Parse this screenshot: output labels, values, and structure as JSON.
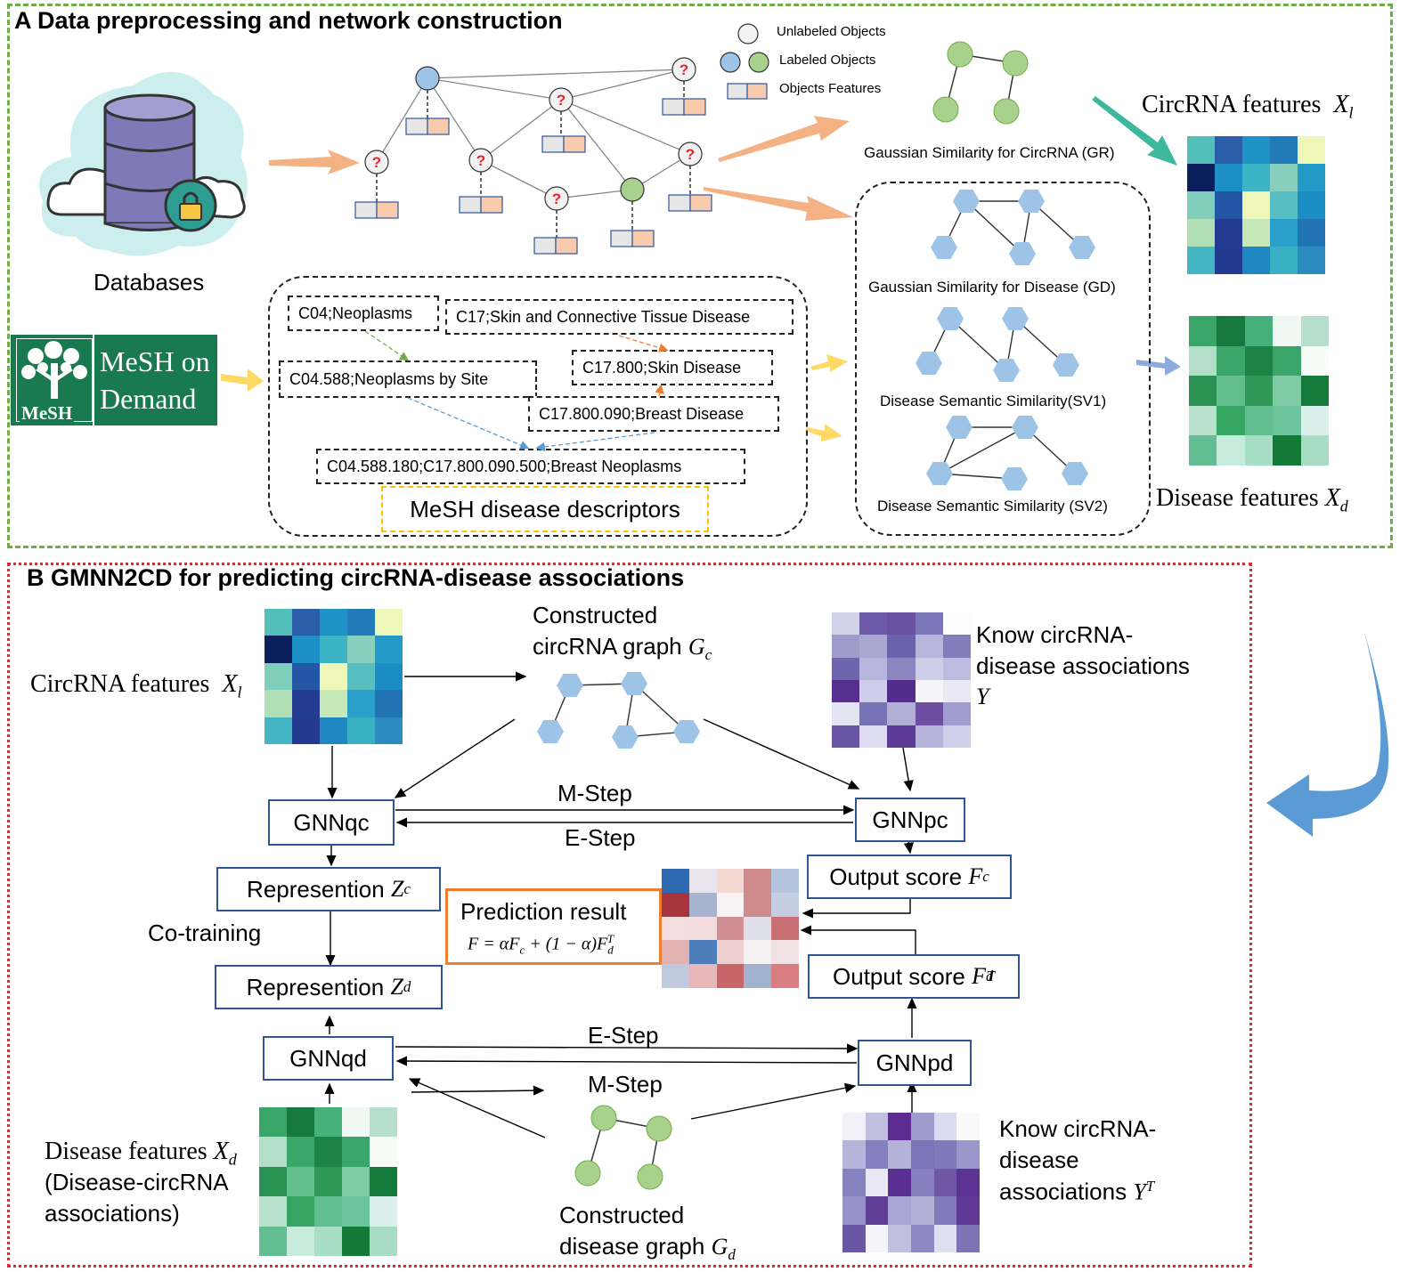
{
  "panel_a": {
    "title": "A Data preprocessing and network construction",
    "databases_label": "Databases",
    "legend": {
      "unlabeled": "Unlabeled Objects",
      "labeled": "Labeled Objects",
      "features": "Objects Features"
    },
    "unknown_mark": "?",
    "gr_label": "Gaussian Similarity for CircRNA (GR)",
    "gd_label": "Gaussian Similarity for Disease (GD)",
    "sv1_label": "Disease Semantic Similarity(SV1)",
    "sv2_label": "Disease Semantic Similarity (SV2)",
    "circ_features_label": "CircRNA features",
    "circ_features_sym": "X",
    "circ_features_sub": "l",
    "disease_features_label": "Disease features",
    "disease_features_sym": "X",
    "disease_features_sub": "d",
    "mesh_logo_line1": "MeSH on",
    "mesh_logo_line2": "Demand",
    "mesh_logo_small": "MeSH",
    "mesh_nodes": {
      "c04": "C04;Neoplasms",
      "c17": "C17;Skin and Connective Tissue Disease",
      "c04588": "C04.588;Neoplasms by Site",
      "c17800": "C17.800;Skin Disease",
      "c17800090": "C17.800.090;Breast Disease",
      "leaf": "C04.588.180;C17.800.090.500;Breast Neoplasms"
    },
    "mesh_caption": "MeSH disease descriptors"
  },
  "panel_b": {
    "title": "B GMNN2CD for predicting circRNA-disease associations",
    "circ_features_label": "CircRNA features",
    "circ_graph_line1": "Constructed",
    "circ_graph_line2": "circRNA graph",
    "circ_graph_sym": "G",
    "circ_graph_sub": "c",
    "known_top_line1": "Know circRNA-",
    "known_top_line2": "disease associations",
    "known_top_sym": "Y",
    "gnnqc": "GNNqc",
    "gnnpc": "GNNpc",
    "m_step_top": "M-Step",
    "e_step_top": "E-Step",
    "rep_zc": "Represention",
    "rep_zc_sym": "Z",
    "rep_zc_sub": "c",
    "rep_zd": "Represention",
    "rep_zd_sym": "Z",
    "rep_zd_sub": "d",
    "cotraining": "Co-training",
    "pred_title": "Prediction result",
    "pred_formula": "F = αF",
    "pred_formula_c": "c",
    "pred_formula_mid": " + (1 − α)F",
    "pred_formula_d": "d",
    "pred_formula_T": "T",
    "out_fc": "Output score",
    "out_fc_sym": "F",
    "out_fc_sub": "c",
    "out_fd": "Output score",
    "out_fd_sym": "F",
    "out_fd_sub": "d",
    "out_fd_sup": "T",
    "gnnqd": "GNNqd",
    "gnnpd": "GNNpd",
    "e_step_bottom": "E-Step",
    "m_step_bottom": "M-Step",
    "disease_feat_line1": "Disease features",
    "disease_feat_sym": "X",
    "disease_feat_sub": "d",
    "disease_feat_line2": "(Disease-circRNA",
    "disease_feat_line3": "associations)",
    "dis_graph_line1": "Constructed",
    "dis_graph_line2": "disease graph",
    "dis_graph_sym": "G",
    "dis_graph_sub": "d",
    "known_bot_line1": "Know circRNA-",
    "known_bot_line2": "disease",
    "known_bot_line3": "associations",
    "known_bot_sym": "Y",
    "known_bot_sup": "T"
  },
  "colors": {
    "panel_a_border": "#70ad47",
    "panel_b_border": "#e8242b",
    "box_border": "#2f5597",
    "prediction_border": "#ed7d31",
    "hex_node": "#9dc3e6",
    "green_node": "#a9d18e",
    "blue_node": "#9dc3e6"
  },
  "heatmaps": {
    "circ": [
      [
        "#52bfbb",
        "#2a5ea8",
        "#1f93c7",
        "#227ab8",
        "#eef6b8"
      ],
      [
        "#0a1f5c",
        "#1e8ec6",
        "#3cb4c6",
        "#89cfbd",
        "#2399c8"
      ],
      [
        "#7fcdbb",
        "#2456a6",
        "#eef6b8",
        "#57bfc2",
        "#1c8dc4"
      ],
      [
        "#b0dfb5",
        "#233b91",
        "#c6e8b6",
        "#2a9fc9",
        "#2273b4"
      ],
      [
        "#44b6c3",
        "#223a8f",
        "#1f87c1",
        "#3ab0c4",
        "#2c8cc2"
      ]
    ],
    "disease": [
      [
        "#3aa66a",
        "#17793e",
        "#45b079",
        "#eff8f2",
        "#b6e0cc"
      ],
      [
        "#b3dfc8",
        "#3aa66a",
        "#1c8245",
        "#3aa66a",
        "#f7fcf9"
      ],
      [
        "#2a9252",
        "#63bf8e",
        "#2f9856",
        "#7fcba6",
        "#137a3a"
      ],
      [
        "#b9e2cd",
        "#36a663",
        "#62bd90",
        "#6cc49c",
        "#dbf0ea"
      ],
      [
        "#62be92",
        "#c7ebdc",
        "#a8dfc4",
        "#127936",
        "#a8dcc3"
      ]
    ],
    "known_top": [
      [
        "#d2d1ea",
        "#6e58a8",
        "#6a52a3",
        "#7a77b8",
        "#fdfdff"
      ],
      [
        "#9f9bcb",
        "#a9a7d1",
        "#6a63ac",
        "#b7b5dc",
        "#807fbc"
      ],
      [
        "#6e65ae",
        "#b7b5db",
        "#8b86c0",
        "#cecde8",
        "#bdbbdf"
      ],
      [
        "#55308f",
        "#cfcde9",
        "#542c8c",
        "#f5f4fb",
        "#e9e8f4"
      ],
      [
        "#e4e3f2",
        "#7573b5",
        "#b2afd7",
        "#6f4ea2",
        "#a09ecf"
      ],
      [
        "#6b56a6",
        "#dcdbef",
        "#5d3a96",
        "#b6b4da",
        "#d0cfe9"
      ]
    ],
    "known_bot": [
      [
        "#f2f1f9",
        "#c0bee1",
        "#5c2c92",
        "#9f9cce",
        "#dadaf0",
        "#f9f9fc"
      ],
      [
        "#b6b4da",
        "#847fbe",
        "#b3b2d8",
        "#7b75b8",
        "#7d7bba",
        "#9a98cb"
      ],
      [
        "#8583bf",
        "#e9e8f4",
        "#5a2f93",
        "#887fbf",
        "#6f57a6",
        "#5c3393"
      ],
      [
        "#9592c8",
        "#5f3f97",
        "#a8a6d2",
        "#b3b1d7",
        "#807bbb",
        "#5f3995"
      ],
      [
        "#6a56a5",
        "#f4f4fa",
        "#c1bfe1",
        "#8f87c3",
        "#e0dff0",
        "#7e72b5"
      ]
    ],
    "prediction": [
      [
        "#2d6ab1",
        "#e9e5ef",
        "#f4d8d2",
        "#cf8a8c",
        "#b4c4dc"
      ],
      [
        "#a8343d",
        "#a8b4cf",
        "#f7f2f4",
        "#cf8a8c",
        "#c4cee0"
      ],
      [
        "#f4dddf",
        "#f4dcde",
        "#d28f93",
        "#dedfe8",
        "#c86f73"
      ],
      [
        "#e2b1b1",
        "#4e7dbc",
        "#efd0d0",
        "#f5f1f2",
        "#f1e2e5"
      ],
      [
        "#c0c9de",
        "#e7b7ba",
        "#c66669",
        "#a1b1d0",
        "#d87e83"
      ]
    ]
  }
}
